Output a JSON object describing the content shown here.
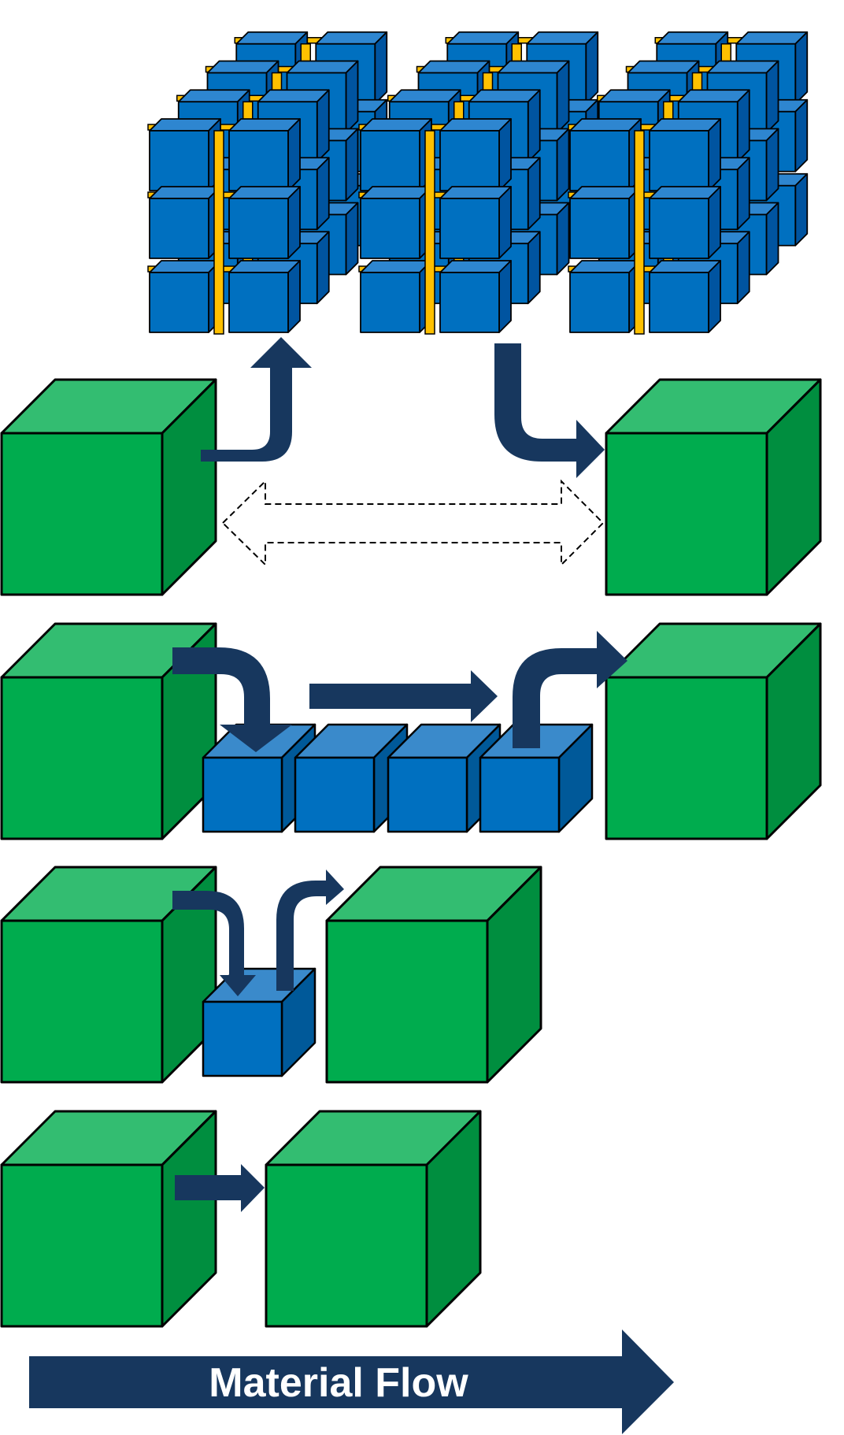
{
  "flow_arrow": {
    "label": "Material Flow"
  },
  "colors": {
    "station_front": "#00AC4E",
    "station_top": "#33BD71",
    "station_side": "#008E3F",
    "buffer_front": "#0070C0",
    "buffer_top": "#3A8ACB",
    "buffer_side": "#005999",
    "rack_front": "#0070C0",
    "rack_top": "#2E86D0",
    "rack_side": "#0054A0",
    "rack_frame": "#FFC000",
    "arrow": "#17375E",
    "outline": "#000000"
  },
  "scenarios": [
    {
      "id": "direct-transfer"
    },
    {
      "id": "single-buffer"
    },
    {
      "id": "multi-buffer-line"
    },
    {
      "id": "automated-storage"
    }
  ]
}
